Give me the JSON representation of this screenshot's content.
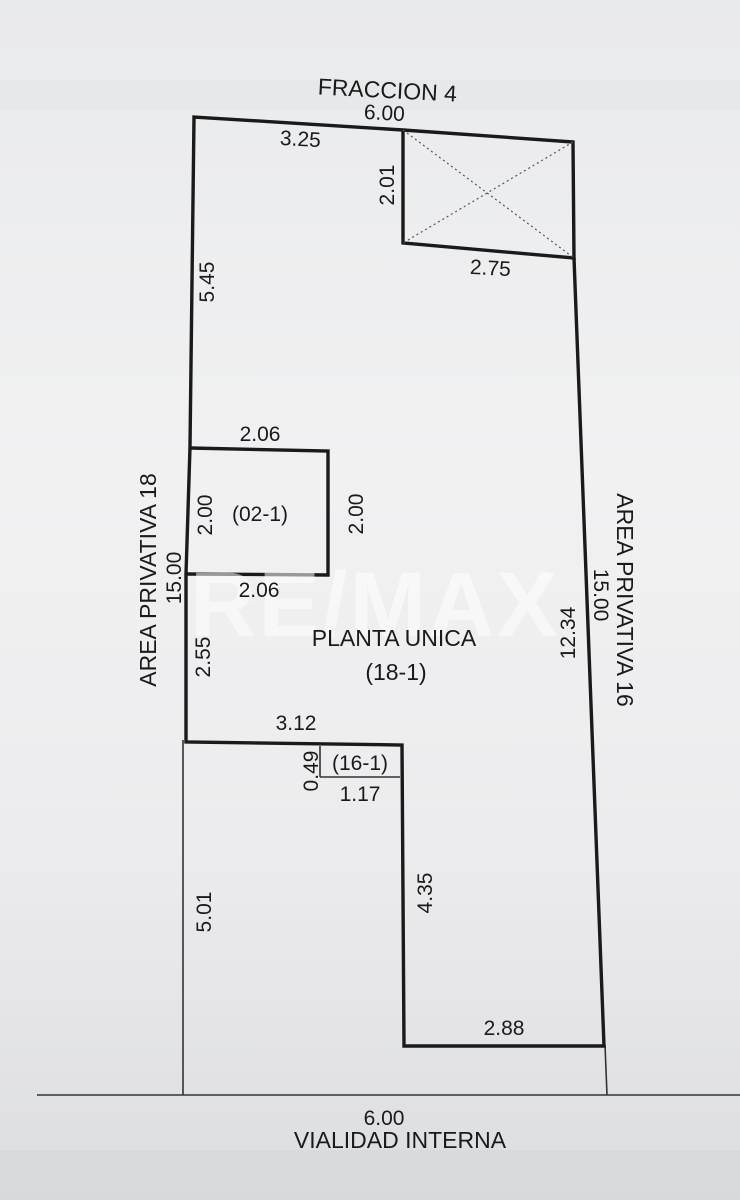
{
  "title_top": "FRACCION 4",
  "title_bottom": "VIALIDAD INTERNA",
  "side_left": "AREA PRIVATIVA 18",
  "side_right": "AREA PRIVATIVA 16",
  "watermark": "RE/MAX",
  "watermark_mark": "®",
  "units": {
    "main_name": "PLANTA UNICA",
    "main_code": "(18-1)",
    "unit_02": "(02-1)",
    "unit_16": "(16-1)"
  },
  "dims": {
    "top": "6.00",
    "bottom": "6.00",
    "left_total": "15.00",
    "right_total": "15.00",
    "top_left": "3.25",
    "top_notch_v": "2.01",
    "top_notch_h": "2.75",
    "left_upper": "5.45",
    "unit02_top": "2.06",
    "unit02_left": "2.00",
    "unit02_right": "2.00",
    "unit02_bottom": "2.06",
    "left_mid": "2.55",
    "right_inner": "12.34",
    "mid_h": "3.12",
    "unit16_v": "0.49",
    "unit16_h": "1.17",
    "left_lower": "5.01",
    "lower_v": "4.35",
    "bottom_h": "2.88"
  }
}
